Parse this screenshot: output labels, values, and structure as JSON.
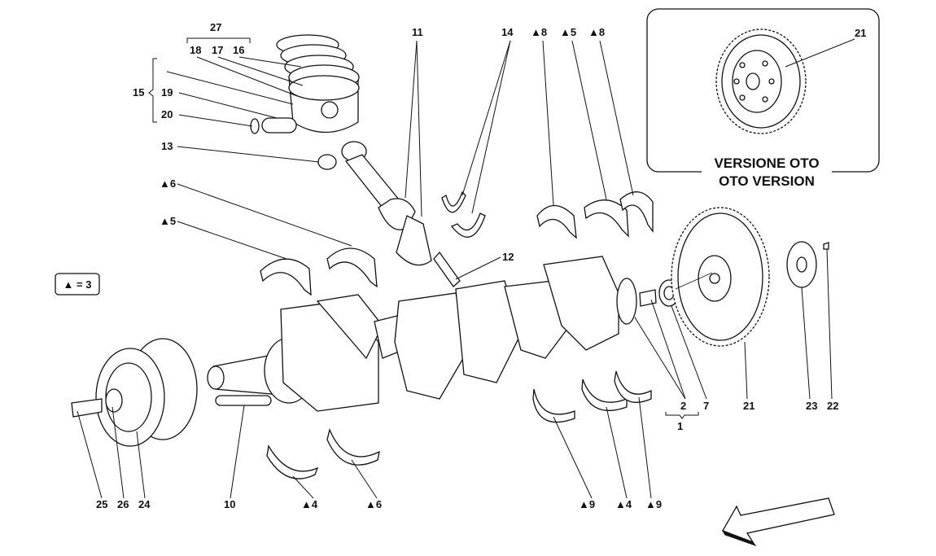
{
  "labels": {
    "l27": "27",
    "l18": "18",
    "l17": "17",
    "l16": "16",
    "l15": "15",
    "l19": "19",
    "l20": "20",
    "l13": "13",
    "l11": "11",
    "l14": "14",
    "l8a": "▲8",
    "l5a": "▲5",
    "l8b": "▲8",
    "l21a": "21",
    "l6a": "▲6",
    "l5b": "▲5",
    "l12": "12",
    "l3": "▲ = 3",
    "l2": "2",
    "l1": "1",
    "l7": "7",
    "l21b": "21",
    "l23": "23",
    "l22": "22",
    "l25": "25",
    "l26": "26",
    "l24": "24",
    "l10": "10",
    "l4a": "▲4",
    "l6b": "▲6",
    "l9a": "▲9",
    "l4b": "▲4",
    "l9b": "▲9"
  },
  "inset": {
    "title_it": "VERSIONE OTO",
    "title_en": "OTO VERSION"
  }
}
